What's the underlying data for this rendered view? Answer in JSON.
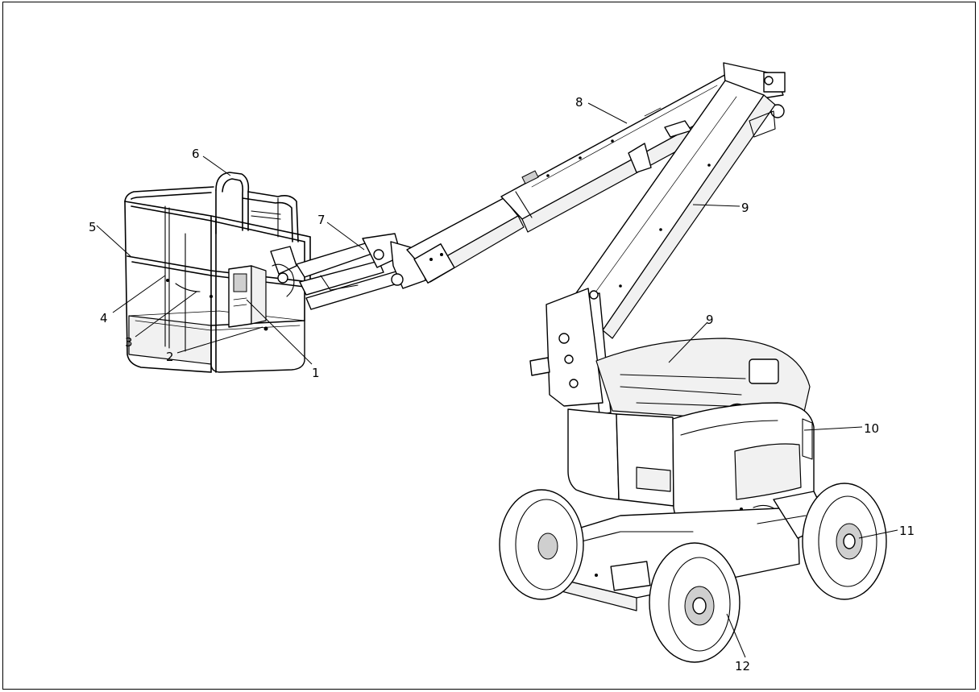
{
  "diagram": {
    "colors": {
      "line": "#000000",
      "background": "#ffffff",
      "shade": "#f1f1f1"
    },
    "callouts": [
      {
        "id": "c1",
        "label": "1"
      },
      {
        "id": "c2",
        "label": "2"
      },
      {
        "id": "c3",
        "label": "3"
      },
      {
        "id": "c4",
        "label": "4"
      },
      {
        "id": "c5",
        "label": "5"
      },
      {
        "id": "c6",
        "label": "6"
      },
      {
        "id": "c7",
        "label": "7"
      },
      {
        "id": "c8",
        "label": "8"
      },
      {
        "id": "c9a",
        "label": "9"
      },
      {
        "id": "c9b",
        "label": "9"
      },
      {
        "id": "c10",
        "label": "10"
      },
      {
        "id": "c11",
        "label": "11"
      },
      {
        "id": "c12",
        "label": "12"
      }
    ]
  }
}
